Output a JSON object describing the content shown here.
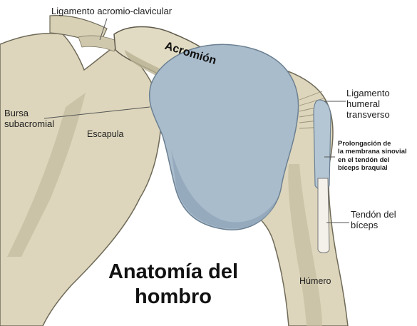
{
  "labels": {
    "ligamento_acromio_clavicular": "Ligamento acromio-clavicular",
    "acromion": "Acromión",
    "bursa_subacromial": "Bursa\nsubacromial",
    "escapula": "Escapula",
    "ligamento_humeral_transverso": "Ligamento\nhumeral\ntransverso",
    "prolongacion_membrana_sinovial": "Prolongación de\nla membrana sinovial\nen el tendón del\nbíceps braquial",
    "tendon_biceps": "Tendón del\nbíceps",
    "humero": "Húmero"
  },
  "title": "Anatomía del\nhombro",
  "colors": {
    "bone": "#ddd6bc",
    "bone_shadow": "#b8b094",
    "bursa": "#a9bccc",
    "bursa_shadow": "#8da3b6",
    "tendon": "#c9d7e2",
    "leader": "#555555"
  }
}
